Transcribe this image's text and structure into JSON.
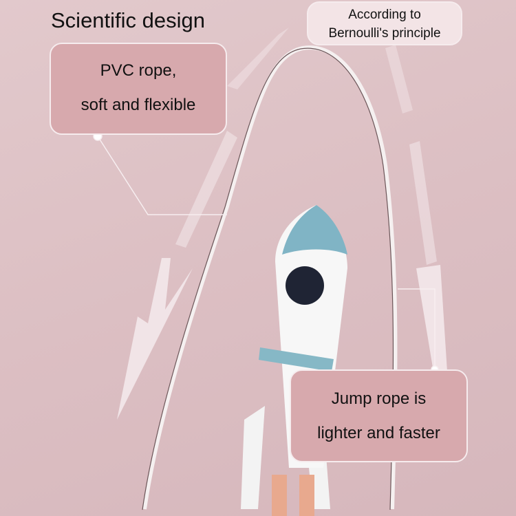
{
  "title": "Scientific design",
  "callouts": {
    "pvc": {
      "line1": "PVC rope,",
      "line2": "soft and flexible"
    },
    "bernoulli": {
      "line1": "According to",
      "line2": "Bernoulli's principle"
    },
    "jump": {
      "line1": "Jump rope is",
      "line2": "lighter and faster"
    }
  },
  "colors": {
    "background": "#dcbfc3",
    "callout": "#d7a9ad",
    "callout_light": "#f3e4e6",
    "rocket_nose": "#7fb3c4",
    "rocket_flame": "#e8a98e"
  }
}
